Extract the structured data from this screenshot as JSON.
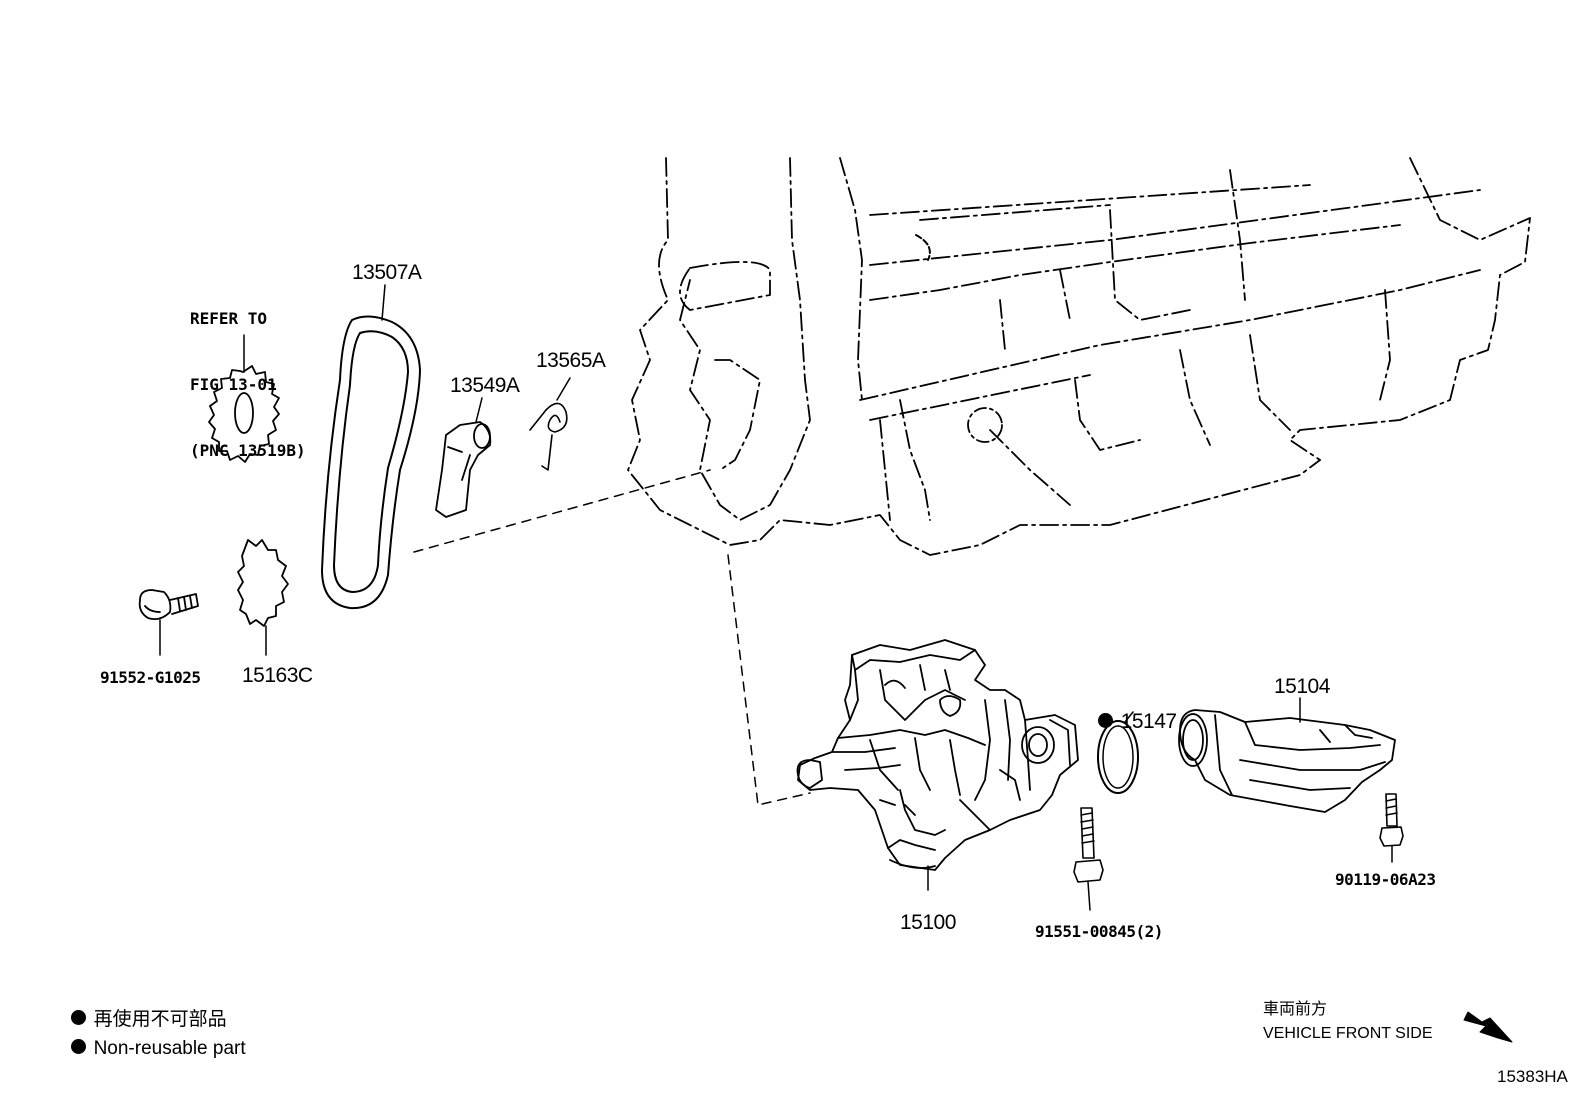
{
  "refer_note": [
    "REFER TO",
    "FIG 13-01",
    "(PNC 13519B)"
  ],
  "part_labels": {
    "p13507A": "13507A",
    "p13549A": "13549A",
    "p13565A": "13565A",
    "p91552": "91552-G1025",
    "p15163C": "15163C",
    "p15147": "15147",
    "p15104": "15104",
    "p15100": "15100",
    "p91551": "91551-00845(2)",
    "p90119": "90119-06A23"
  },
  "legend": [
    {
      "text": "再使用不可部品"
    },
    {
      "text": "Non-reusable part"
    }
  ],
  "direction": {
    "jp": "車両前方",
    "en": "VEHICLE FRONT SIDE",
    "icon": "front-arrow-icon"
  },
  "figure_id": "15383HA",
  "colors": {
    "ink": "#000000",
    "background": "#ffffff"
  }
}
